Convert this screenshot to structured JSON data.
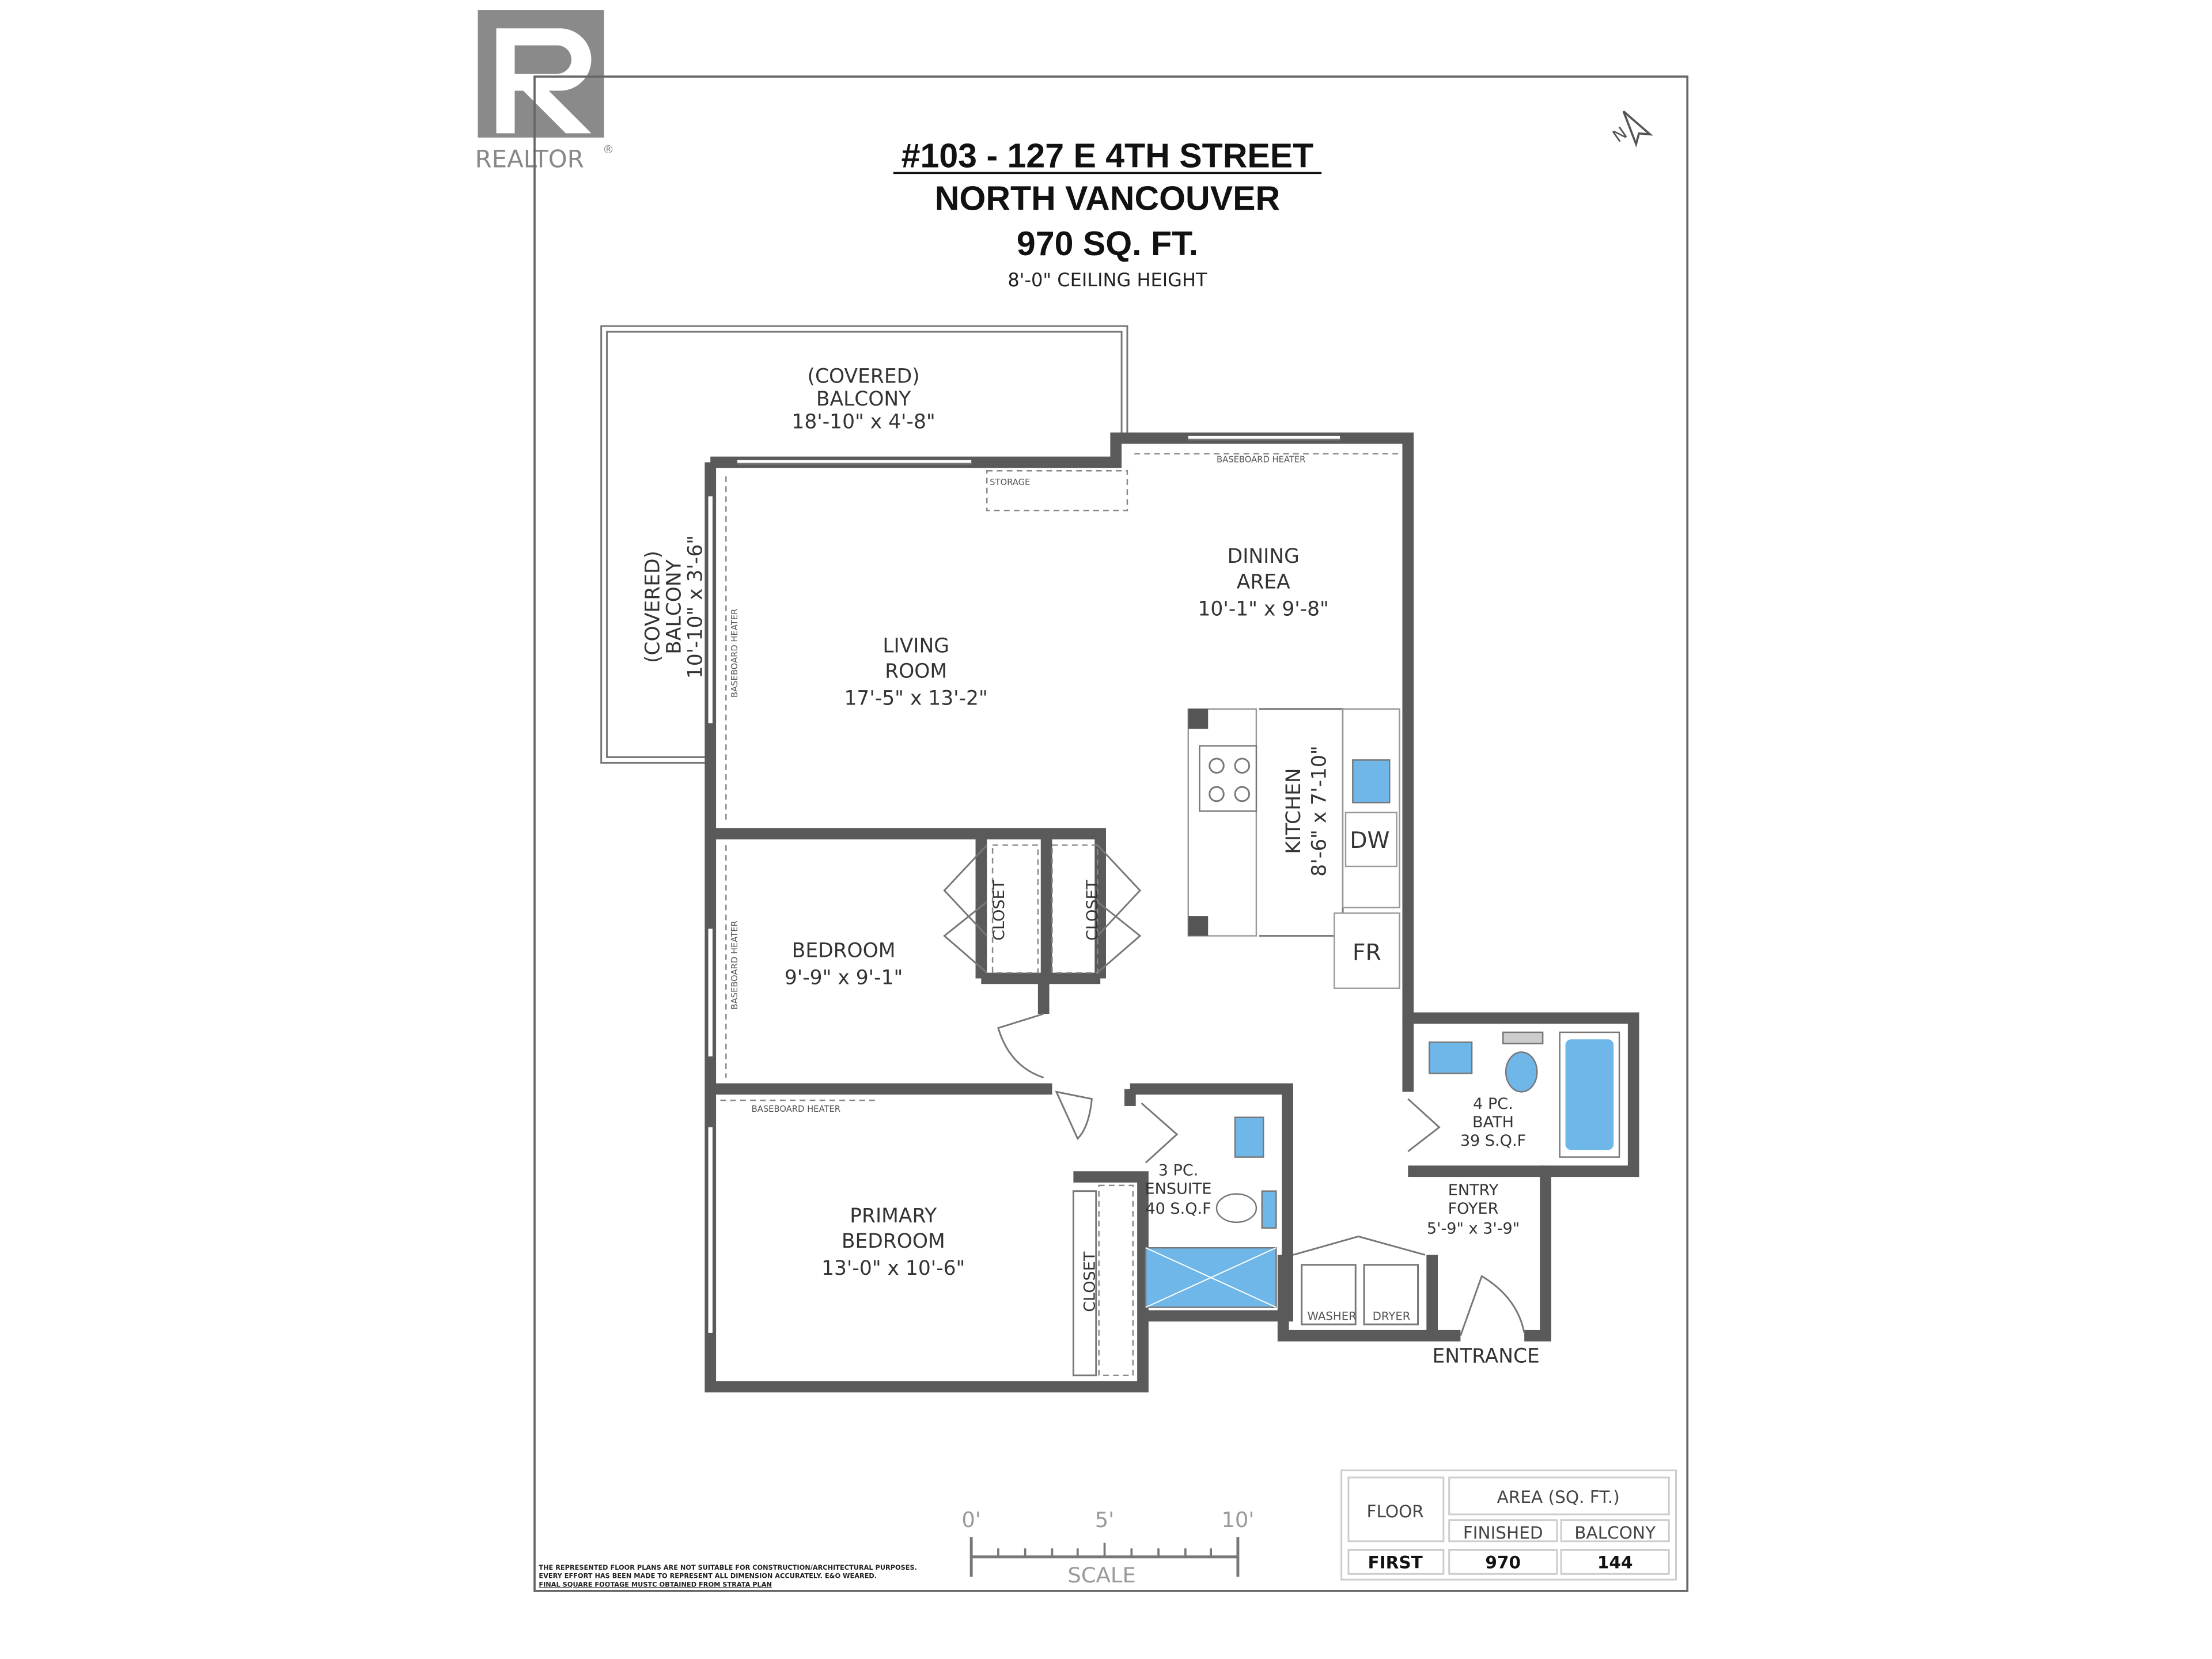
{
  "logo": {
    "text": "REALTOR",
    "mark": "®"
  },
  "header": {
    "address": "#103 - 127 E 4TH STREET",
    "city": "NORTH VANCOUVER",
    "area": "970 SQ. FT.",
    "ceiling": "8'-0\" CEILING HEIGHT"
  },
  "north_arrow": {
    "label": "N",
    "icon": "north-arrow-icon"
  },
  "rooms": {
    "balcony_top": {
      "l1": "(COVERED)",
      "l2": "BALCONY",
      "dim": "18'-10\" x 4'-8\""
    },
    "balcony_side": {
      "l1": "(COVERED)",
      "l2": "BALCONY",
      "dim": "10'-10\" x 3'-6\""
    },
    "living": {
      "l1": "LIVING",
      "l2": "ROOM",
      "dim": "17'-5\" x 13'-2\""
    },
    "dining": {
      "l1": "DINING",
      "l2": "AREA",
      "dim": "10'-1\" x 9'-8\""
    },
    "kitchen": {
      "l1": "KITCHEN",
      "dim": "8'-6\" x 7'-10\""
    },
    "bedroom": {
      "l1": "BEDROOM",
      "dim": "9'-9\" x 9'-1\""
    },
    "primary": {
      "l1": "PRIMARY",
      "l2": "BEDROOM",
      "dim": "13'-0\" x 10'-6\""
    },
    "ensuite": {
      "l1": "3 PC.",
      "l2": "ENSUITE",
      "dim": "40 S.Q.F"
    },
    "bath": {
      "l1": "4 PC.",
      "l2": "BATH",
      "dim": "39 S.Q.F"
    },
    "foyer": {
      "l1": "ENTRY",
      "l2": "FOYER",
      "dim": "5'-9\" x 3'-9\""
    }
  },
  "labels": {
    "storage": "STORAGE",
    "baseboard": "BASEBOARD HEATER",
    "closet": "CLOSET",
    "dw": "DW",
    "fr": "FR",
    "washer": "WASHER",
    "dryer": "DRYER",
    "entrance": "ENTRANCE"
  },
  "scale": {
    "ticks": [
      "0'",
      "5'",
      "10'"
    ],
    "label": "SCALE"
  },
  "area_table": {
    "floor_header": "FLOOR",
    "area_header": "AREA (SQ. FT.)",
    "finished_header": "FINISHED",
    "balcony_header": "BALCONY",
    "rows": [
      {
        "floor": "FIRST",
        "finished": "970",
        "balcony": "144"
      }
    ]
  },
  "disclaimer": {
    "line1": "THE REPRESENTED FLOOR PLANS ARE NOT SUITABLE FOR CONSTRUCTION/ARCHITECTURAL PURPOSES.",
    "line2": "EVERY EFFORT HAS BEEN MADE TO REPRESENT ALL DIMENSION ACCURATELY. E&O WEARED.",
    "line3": "FINAL SQUARE FOOTAGE MUSTC OBTAINED FROM STRATA PLAN"
  }
}
